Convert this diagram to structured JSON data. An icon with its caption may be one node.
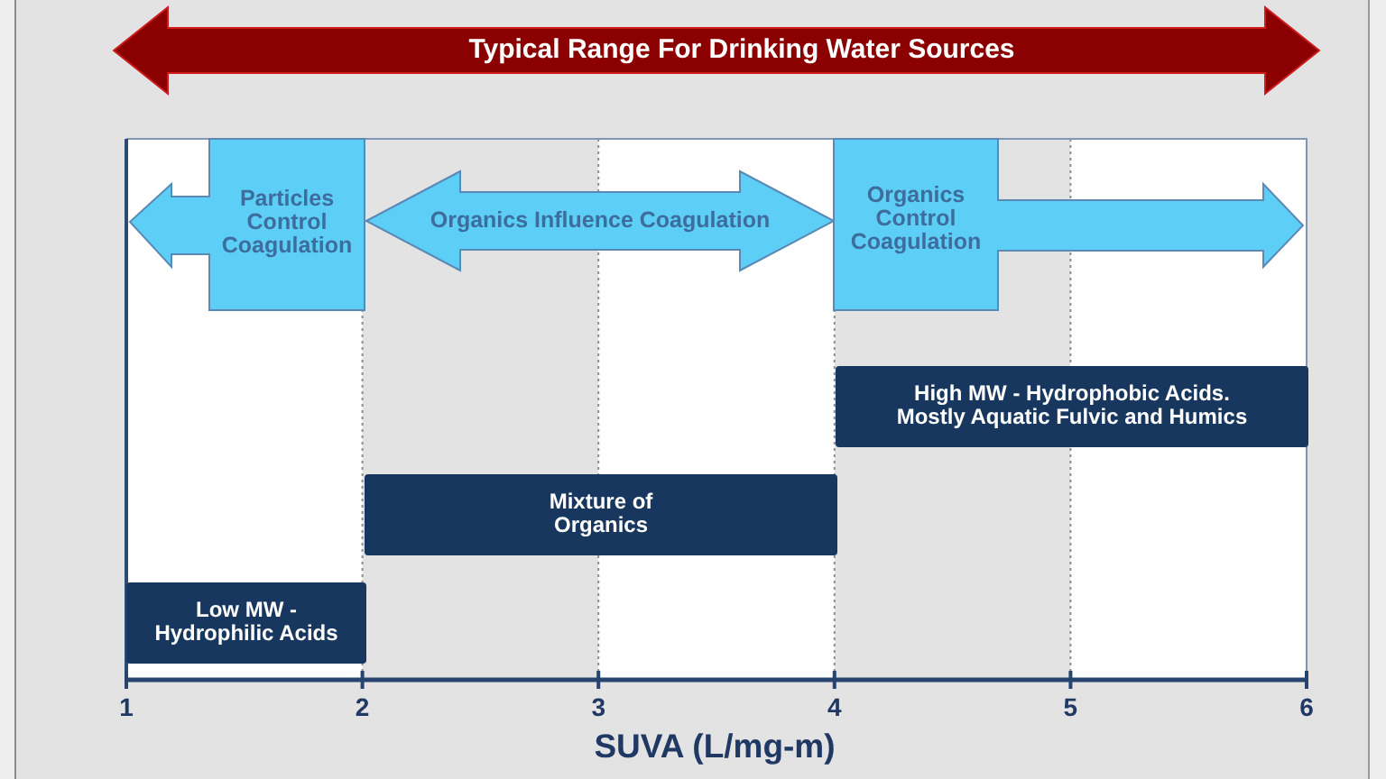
{
  "diagram": {
    "nodes": [
      {
        "text": [
          "Typical Range For Drinking Water Sources"
        ]
      },
      {
        "text": [
          "Particles Control Coagulation"
        ]
      },
      {
        "text": [
          "Organics Influence Coagulation"
        ]
      },
      {
        "text": [
          "Organics Control Coagulation"
        ]
      },
      {
        "text": [
          "High MW - Hydrophobic Acids. Mostly Aquatic Fulvic and Humics"
        ]
      },
      {
        "text": [
          "Mixture of Organics"
        ]
      },
      {
        "text": [
          "Low MW - Hydrophilic Acids"
        ]
      }
    ],
    "labels": [
      "1",
      "2",
      "3",
      "4",
      "5",
      "6",
      "SUVA (L/mg-m)"
    ]
  }
}
